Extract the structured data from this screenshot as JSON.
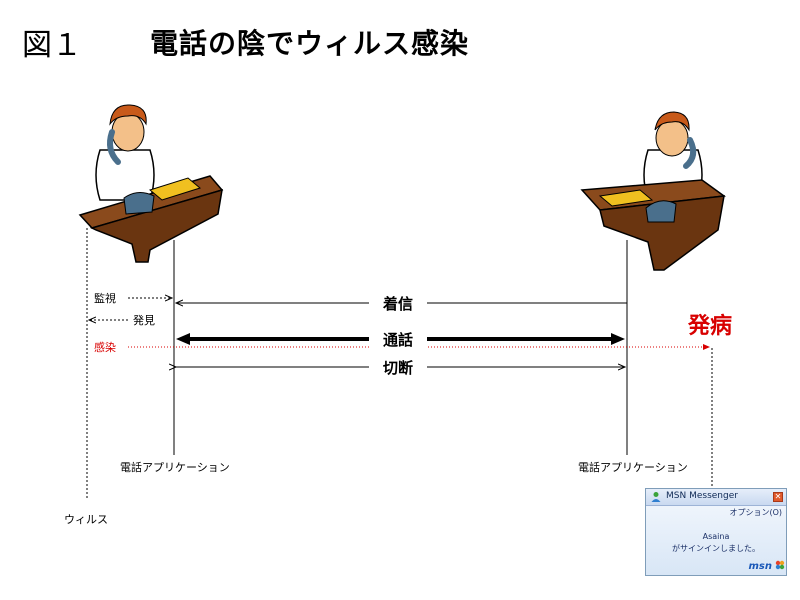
{
  "figure": {
    "number": "図１",
    "title": "電話の陰でウィルス感染"
  },
  "participants": {
    "virus": "ウィルス",
    "left_app": "電話アプリケーション",
    "right_app": "電話アプリケーション"
  },
  "messages": {
    "monitor": "監視",
    "discover": "発見",
    "infect": "感染",
    "incoming": "着信",
    "call": "通話",
    "disconnect": "切断",
    "onset": "発病"
  },
  "msn_popup": {
    "window_title": "MSN Messenger",
    "close_glyph": "✕",
    "options": "オプション(O)",
    "user": "Asaina",
    "status": "がサインインしました。",
    "logo": "msn"
  },
  "colors": {
    "infection": "#d80000",
    "desk": "#8a4a1c",
    "skin": "#f3c089",
    "hair": "#c85a1a",
    "phone": "#4a6f8c",
    "paper": "#f0c020"
  },
  "icons": {
    "person_left": "man-on-phone-at-desk",
    "person_right": "man-on-phone-at-desk",
    "msn_buddy": "msn-buddy-icon",
    "msn_logo": "msn-butterfly-icon"
  }
}
